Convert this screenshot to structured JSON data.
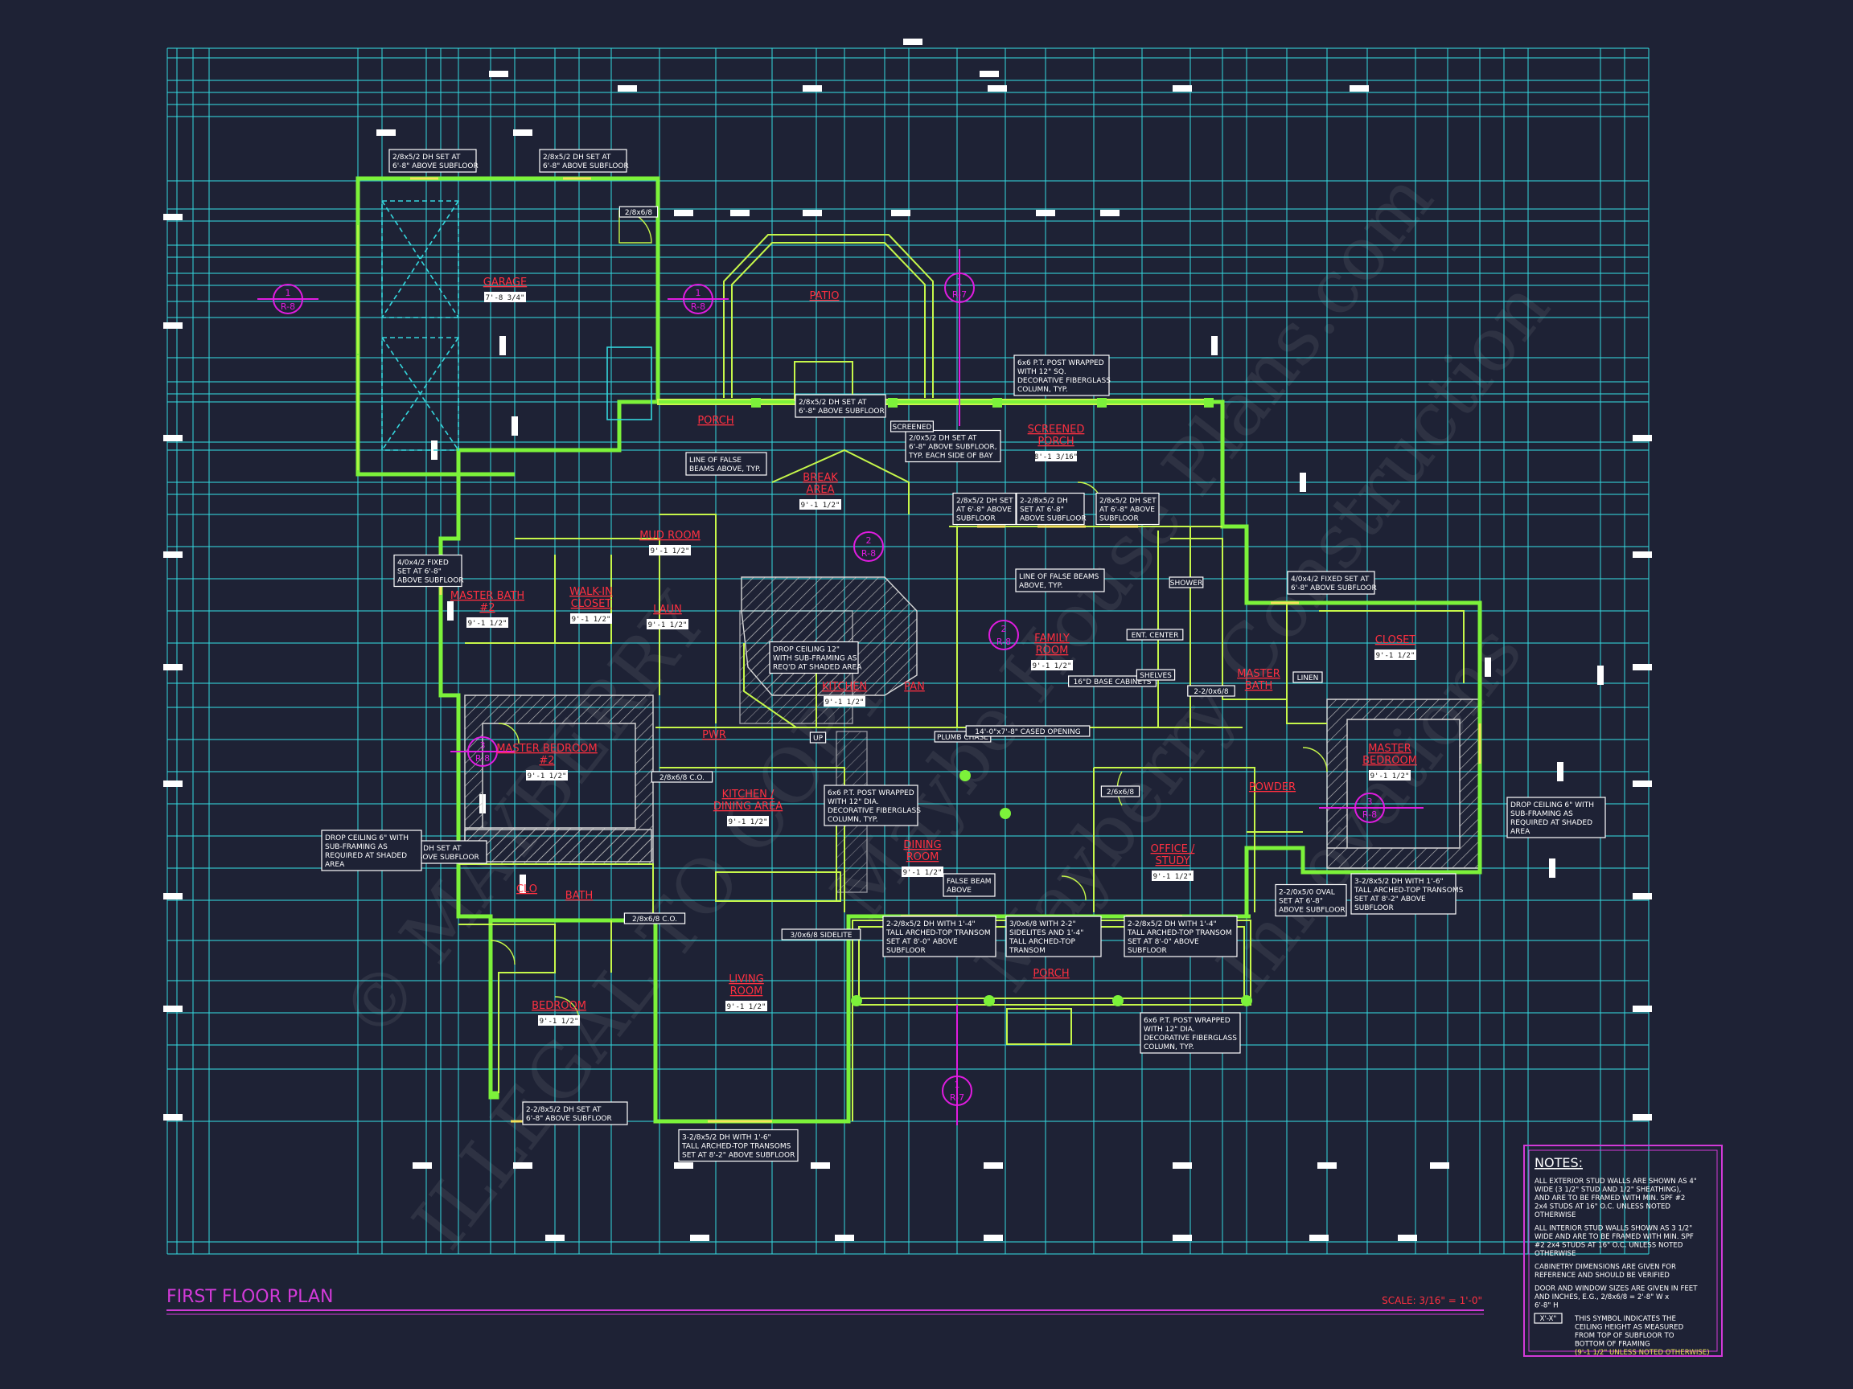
{
  "drawing": {
    "title": "FIRST FLOOR PLAN",
    "scale": "SCALE: 3/16\" = 1'-0\""
  },
  "colors": {
    "background": "#1e2235",
    "dimension_lines": "#35d6dd",
    "walls": "#7cf23a",
    "room_labels": "#ff3040",
    "section_markers": "#e01ce0",
    "title": "#d23ad8"
  },
  "watermarks": [
    "© MAYBERRY",
    "ILLEGAL TO COPY",
    "Maybe House Plans.com",
    "Mayberry Construction",
    "Innovations"
  ],
  "rooms": [
    {
      "name": "GARAGE",
      "height": "7'-8 3/4\""
    },
    {
      "name": "PATIO",
      "height": ""
    },
    {
      "name": "PORCH",
      "height": ""
    },
    {
      "name": "SCREENED PORCH",
      "height": "8'-1 3/16\""
    },
    {
      "name": "BREAK AREA",
      "height": "9'-1 1/2\""
    },
    {
      "name": "MUD ROOM",
      "height": "9'-1 1/2\""
    },
    {
      "name": "LAUN",
      "height": "9'-1 1/2\""
    },
    {
      "name": "MASTER BATH #2",
      "height": "9'-1 1/2\""
    },
    {
      "name": "WALK-IN CLOSET",
      "height": "9'-1 1/2\""
    },
    {
      "name": "FAMILY ROOM",
      "height": "9'-1 1/2\""
    },
    {
      "name": "KITCHEN",
      "height": "9'-1 1/2\""
    },
    {
      "name": "PAN",
      "height": ""
    },
    {
      "name": "PWR",
      "height": ""
    },
    {
      "name": "MASTER BATH",
      "height": ""
    },
    {
      "name": "CLOSET",
      "height": "9'-1 1/2\""
    },
    {
      "name": "MASTER BEDROOM #2",
      "height": "9'-1 1/2\""
    },
    {
      "name": "KITCHEN / DINING AREA",
      "height": "9'-1 1/2\""
    },
    {
      "name": "DINING ROOM",
      "height": "9'-1 1/2\""
    },
    {
      "name": "OFFICE / STUDY",
      "height": "9'-1 1/2\""
    },
    {
      "name": "MASTER BEDROOM",
      "height": "9'-1 1/2\""
    },
    {
      "name": "CLO",
      "height": ""
    },
    {
      "name": "BATH",
      "height": ""
    },
    {
      "name": "BEDROOM",
      "height": "9'-1 1/2\""
    },
    {
      "name": "LIVING ROOM",
      "height": "9'-1 1/2\""
    },
    {
      "name": "PORCH",
      "height": ""
    },
    {
      "name": "POWDER",
      "height": ""
    }
  ],
  "callouts": [
    "2/8x5/2 DH SET AT 6'-8\" ABOVE SUBFLOOR",
    "2/8x5/2 DH SET AT 6'-8\" ABOVE SUBFLOOR",
    "6x6 P.T. POST WRAPPED WITH 12\" SQ. DECORATIVE FIBERGLASS COLUMN, TYP.",
    "2/8x5/2 DH SET AT 6'-8\" ABOVE SUBFLOOR",
    "2/0x5/2 DH SET AT 6'-8\" ABOVE SUBFLOOR, TYP. EACH SIDE OF BAY",
    "LINE OF FALSE BEAMS ABOVE, TYP.",
    "2/8x5/2 DH SET AT 6'-8\" ABOVE SUBFLOOR",
    "2-2/8x5/2 DH SET AT 6'-8\" ABOVE SUBFLOOR",
    "2/8x5/2 DH SET AT 6'-8\" ABOVE SUBFLOOR",
    "4/0x4/2 FIXED SET AT 6'-8\" ABOVE SUBFLOOR",
    "4/0x4/2 FIXED SET AT 6'-8\" ABOVE SUBFLOOR",
    "LINE OF FALSE BEAMS ABOVE, TYP.",
    "DROP CEILING 12\" WITH SUB-FRAMING AS REQ'D AT SHADED AREA",
    "2/8x5/2 DH SET AT 6'-8\" ABOVE SUBFLOOR",
    "2-2/8x5/2 DH SET AT 6'-8\" ABOVE SUBFLOOR",
    "DROP CEILING 6\" WITH SUB-FRAMING AS REQUIRED AT SHADED AREA",
    "DROP CEILING 6\" WITH SUB-FRAMING AS REQUIRED AT SHADED AREA",
    "6x6 P.T. POST WRAPPED WITH 12\" DIA. DECORATIVE FIBERGLASS COLUMN, TYP.",
    "FALSE BEAM ABOVE",
    "2-2/8x5/2 DH WITH 1'-4\" TALL ARCHED-TOP TRANSOM SET AT 8'-0\" ABOVE SUBFLOOR",
    "3/0x6/8 WITH 2-2\" SIDELITES AND 1'-4\" TALL ARCHED-TOP TRANSOM",
    "2-2/8x5/2 DH WITH 1'-4\" TALL ARCHED-TOP TRANSOM SET AT 8'-0\" ABOVE SUBFLOOR",
    "2-2/0x5/0 OVAL SET AT 6'-8\" ABOVE SUBFLOOR",
    "3-2/8x5/2 DH WITH 1'-6\" TALL ARCHED-TOP TRANSOMS SET AT 8'-2\" ABOVE SUBFLOOR",
    "2-2/8x5/2 DH SET AT 6'-8\" ABOVE SUBFLOOR",
    "3-2/8x5/2 DH WITH 1'-6\" TALL ARCHED-TOP TRANSOMS SET AT 8'-2\" ABOVE SUBFLOOR",
    "6x6 P.T. POST WRAPPED WITH 12\" DIA. DECORATIVE FIBERGLASS COLUMN, TYP."
  ],
  "small_labels": [
    "2/8x6/8",
    "PLUMB CHASE",
    "14'-0\"x7'-8\" CASED OPENING",
    "16\"D BASE CABINETS",
    "ENT. CENTER",
    "SHELVES",
    "SHOWER",
    "LINEN",
    "2/8x6/8 C.O.",
    "UP",
    "SCREENED",
    "2-2/0x6/8",
    "3/0x6/8 SIDELITE",
    "2/8x6/8 C.O.",
    "2/6x6/8"
  ],
  "section_markers": [
    {
      "num": "1",
      "ref": "R-8"
    },
    {
      "num": "1",
      "ref": "R-8"
    },
    {
      "num": "1",
      "ref": "R-7"
    },
    {
      "num": "2",
      "ref": "R-8"
    },
    {
      "num": "2",
      "ref": "R-8"
    },
    {
      "num": "3",
      "ref": "R-8"
    },
    {
      "num": "3",
      "ref": "R-8"
    },
    {
      "num": "1",
      "ref": "R-7"
    }
  ],
  "notes": {
    "title": "NOTES:",
    "items": [
      "ALL EXTERIOR STUD WALLS ARE SHOWN AS 4\" WIDE (3 1/2\" STUD AND 1/2\" SHEATHING), AND ARE TO BE FRAMED WITH MIN. SPF #2 2x4 STUDS AT 16\" O.C. UNLESS NOTED OTHERWISE",
      "ALL INTERIOR STUD WALLS SHOWN AS 3 1/2\" WIDE AND ARE TO BE FRAMED WITH MIN. SPF #2 2x4 STUDS AT 16\" O.C. UNLESS NOTED OTHERWISE",
      "CABINETRY DIMENSIONS ARE GIVEN FOR REFERENCE AND SHOULD BE VERIFIED",
      "DOOR AND WINDOW SIZES ARE GIVEN IN FEET AND INCHES, E.G., 2/8x6/8 = 2'-8\" W x 6'-8\" H",
      "THIS SYMBOL INDICATES THE CEILING HEIGHT AS MEASURED FROM TOP OF SUBFLOOR TO BOTTOM OF FRAMING"
    ],
    "symbol": "X'-X\"",
    "highlight": "(9'-1 1/2\" UNLESS NOTED OTHERWISE)"
  }
}
